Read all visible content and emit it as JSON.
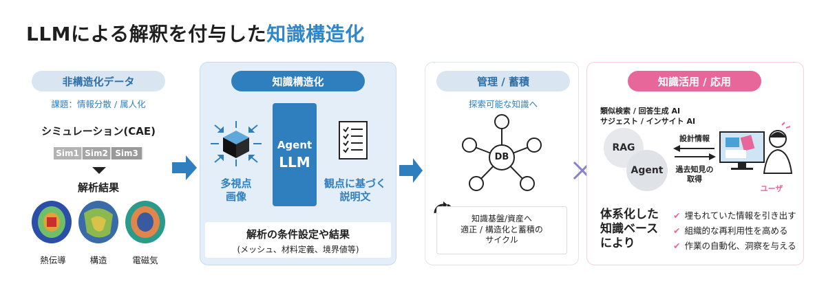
{
  "title": {
    "main": "LLMによる解釈を付与した",
    "accent": "知識構造化"
  },
  "col1": {
    "header": "非構造化データ",
    "subtitle": "課題：情報分散 / 属人化",
    "sim_title": "シミュレーション(CAE)",
    "sims": [
      "Sim1",
      "Sim2",
      "Sim3"
    ],
    "result_title": "解析結果",
    "labels": [
      "熱伝導",
      "構造",
      "電磁気"
    ]
  },
  "col2": {
    "header": "知識構造化",
    "cube_label_1": "多視点",
    "cube_label_2": "画像",
    "agent_1": "Agent",
    "agent_2": "LLM",
    "doc_label_1": "観点に基づく",
    "doc_label_2": "説明文",
    "cond_title": "解析の条件設定や結果",
    "cond_sub": "(メッシュ、材料定義、境界値等)"
  },
  "col3": {
    "header": "管理 / 蓄積",
    "subtitle": "探索可能な知識へ",
    "db_label": "DB",
    "cycle_1": "知識基盤/資産へ",
    "cycle_2": "適正 / 構造化と蓄積の",
    "cycle_3": "サイクル"
  },
  "col4": {
    "header": "知識活用 / 応用",
    "feature_1": "類似検索 / 回答生成 AI",
    "feature_2": "サジェスト / インサイト AI",
    "rag": "RAG",
    "agent": "Agent",
    "arrow_top": "設計情報",
    "arrow_bottom_1": "過去知見の",
    "arrow_bottom_2": "取得",
    "user": "ユーザ",
    "system_1": "体系化した",
    "system_2": "知識ベース",
    "system_3": "により",
    "checks": [
      "埋もれていた情報を引き出す",
      "組織的な再利用性を高める",
      "作業の自動化、洞察を与える"
    ]
  },
  "colors": {
    "accent": "#2f86c8",
    "pink": "#e8679a",
    "light_blue": "#d9e6f1"
  }
}
